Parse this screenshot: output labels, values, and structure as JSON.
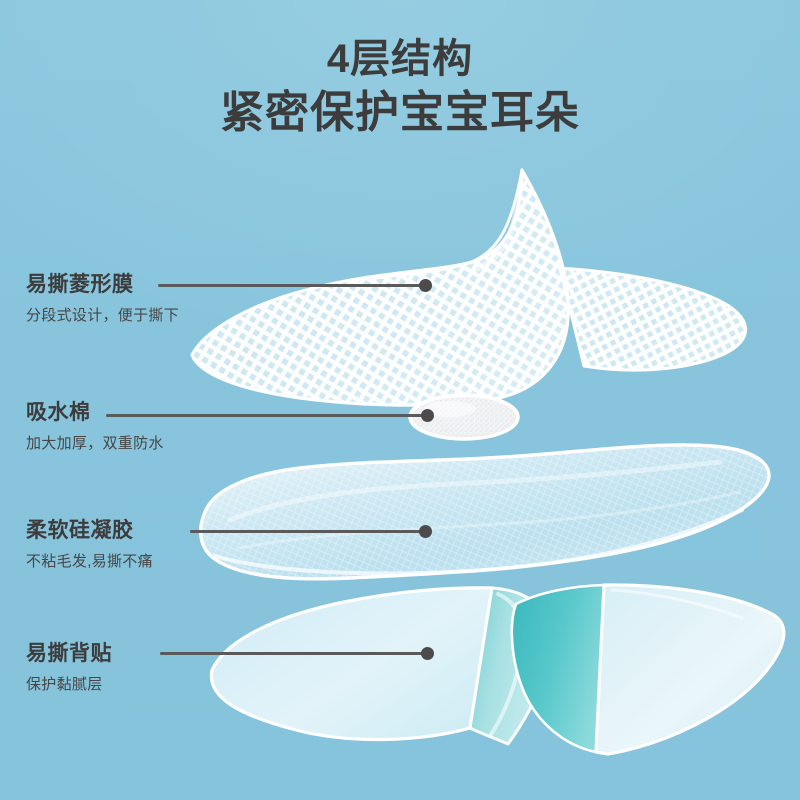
{
  "meta": {
    "background_color": "#88c5dd",
    "text_color": "#3c3c3c",
    "subtext_color": "#464646",
    "leader_color": "#5a5a5a",
    "accent_teal": "#52c4c6"
  },
  "header": {
    "title_line1": "4层结构",
    "title_line2": "紧密保护宝宝耳朵"
  },
  "callouts": [
    {
      "id": "mesh-film",
      "title": "易撕菱形膜",
      "subtitle": "分段式设计，便于撕下",
      "icon": "diamond-mesh-layer"
    },
    {
      "id": "absorbent-cotton",
      "title": "吸水棉",
      "subtitle": "加大加厚，双重防水",
      "icon": "cotton-pad-layer"
    },
    {
      "id": "silicone-gel",
      "title": "柔软硅凝胶",
      "subtitle": "不粘毛发,易撕不痛",
      "icon": "silicone-gel-layer"
    },
    {
      "id": "release-liner",
      "title": "易撕背贴",
      "subtitle": "保护黏腻层",
      "icon": "release-liner-layer"
    }
  ]
}
